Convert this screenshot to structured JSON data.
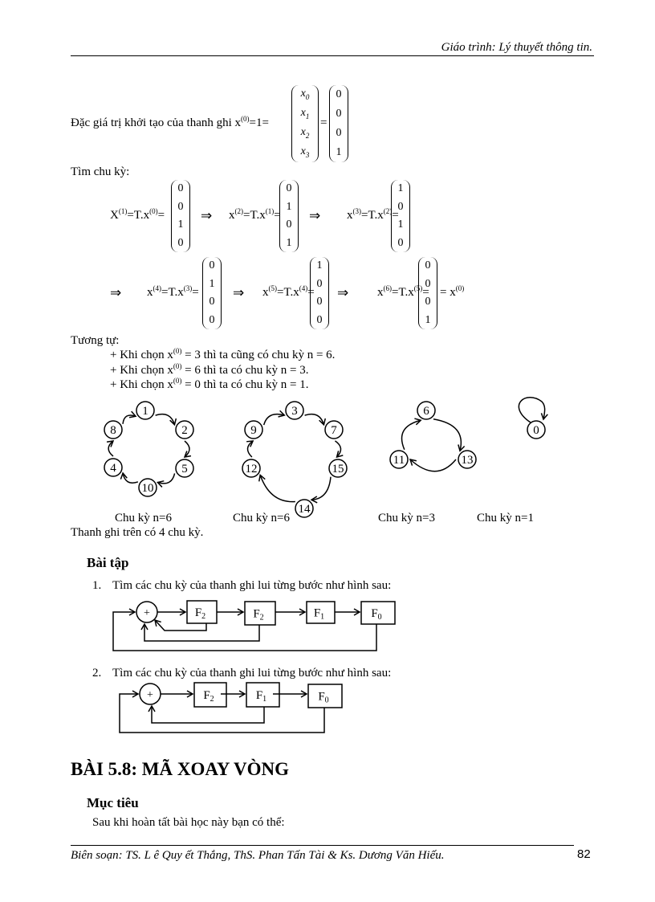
{
  "header": {
    "title": "Giáo trình: Lý thuyết thông tin."
  },
  "init": {
    "text": "Đặc giá trị khởi tạo của thanh ghi x",
    "sup": "(0)",
    "suffix": "=1=",
    "symbols": [
      "x0",
      "x1",
      "x2",
      "x3"
    ],
    "values": [
      "0",
      "0",
      "0",
      "1"
    ],
    "eq": "="
  },
  "find_cycle": "Tìm chu kỳ:",
  "steps": [
    {
      "lhs": "X",
      "lsup": "(1)",
      "mid": "=T.x",
      "rsup": "(0)",
      "eq": "=",
      "values": [
        "0",
        "0",
        "1",
        "0"
      ]
    },
    {
      "lhs": "x",
      "lsup": "(2)",
      "mid": "=T.x",
      "rsup": "(1)",
      "eq": "=",
      "values": [
        "0",
        "1",
        "0",
        "1"
      ]
    },
    {
      "lhs": "x",
      "lsup": "(3)",
      "mid": "=T.x",
      "rsup": "(2)",
      "eq": "=",
      "values": [
        "1",
        "0",
        "1",
        "0"
      ]
    },
    {
      "lhs": "x",
      "lsup": "(4)",
      "mid": "=T.x",
      "rsup": "(3)",
      "eq": "=",
      "values": [
        "0",
        "1",
        "0",
        "0"
      ]
    },
    {
      "lhs": "x",
      "lsup": "(5)",
      "mid": "=T.x",
      "rsup": "(4)",
      "eq": "=",
      "values": [
        "1",
        "0",
        "0",
        "0"
      ]
    },
    {
      "lhs": "x",
      "lsup": "(6)",
      "mid": "=T.x",
      "rsup": "(5)",
      "eq": "=",
      "values": [
        "0",
        "0",
        "0",
        "1"
      ]
    }
  ],
  "implies": "⇒",
  "final": {
    "text": "= x",
    "sup": "(0)"
  },
  "similar": {
    "title": "Tương tự:",
    "items": [
      {
        "pre": "+ Khi chọn x",
        "sup": "(0)",
        "post": " = 3 thì ta cũng có chu kỳ n = 6."
      },
      {
        "pre": "+ Khi chọn x",
        "sup": "(0)",
        "post": " = 6 thì ta có chu kỳ n = 3."
      },
      {
        "pre": "+ Khi chọn x",
        "sup": "(0)",
        "post": " = 0 thì ta có chu kỳ n = 1."
      }
    ]
  },
  "cycles": [
    {
      "nodes": [
        "1",
        "2",
        "5",
        "10",
        "4",
        "8"
      ],
      "caption": "Chu kỳ n=6"
    },
    {
      "nodes": [
        "3",
        "7",
        "15",
        "14",
        "12",
        "9"
      ],
      "caption": "Chu kỳ n=6"
    },
    {
      "nodes": [
        "6",
        "13",
        "11"
      ],
      "caption": "Chu kỳ n=3"
    },
    {
      "nodes": [
        "0"
      ],
      "caption": "Chu kỳ n=1"
    }
  ],
  "cycles_summary": "Thanh ghi trên có 4 chu kỳ.",
  "exercises": {
    "title": "Bài tập",
    "items": [
      {
        "num": "1.",
        "text": "Tìm các chu kỳ của thanh ghi lui từng bước như hình sau:",
        "adder": "+",
        "boxes": [
          "F",
          "F",
          "F",
          "F"
        ],
        "subs": [
          "2",
          "2",
          "1",
          "0"
        ]
      },
      {
        "num": "2.",
        "text": "Tìm các chu kỳ của thanh ghi lui từng bước như hình sau:",
        "adder": "+",
        "boxes": [
          "F",
          "F",
          "F"
        ],
        "subs": [
          "2",
          "1",
          "0"
        ]
      }
    ]
  },
  "lesson": {
    "title": "BÀI 5.8: MÃ XOAY VÒNG",
    "objective": "Mục tiêu",
    "intro": "Sau khi hoàn tất bài học này bạn có thể:"
  },
  "footer": {
    "authors": "Biên soạn: TS. L ê Quy ết Thắng, ThS. Phan Tấn Tài & Ks. Dương Văn Hiếu.",
    "page": "82"
  }
}
